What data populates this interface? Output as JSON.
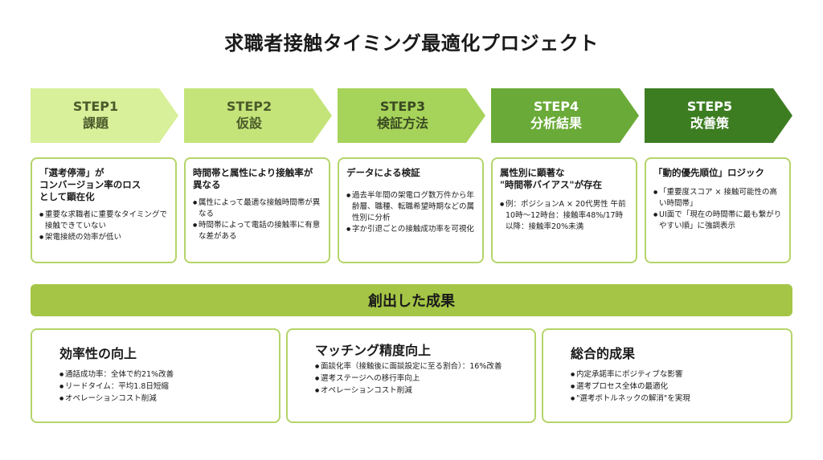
{
  "title": "求職者接触タイミング最適化プロジェクト",
  "steps": [
    {
      "num": "STEP1",
      "label": "課題",
      "color": "#d8f09a",
      "text_color": "#4a5a2a",
      "head": "「選考停滞」が\nコンバージョン率のロス\nとして顕在化",
      "bullets": [
        "重要な求職者に重要なタイミングで接触できていない",
        "架電接続の効率が低い"
      ]
    },
    {
      "num": "STEP2",
      "label": "仮設",
      "color": "#c4e47a",
      "text_color": "#4a5a2a",
      "head": "時間帯と属性により接触率が異なる",
      "bullets": [
        "属性によって最適な接触時間帯が異なる",
        "時間帯によって電話の接触率に有意な差がある"
      ]
    },
    {
      "num": "STEP3",
      "label": "検証方法",
      "color": "#a6d35a",
      "text_color": "#3a4a22",
      "head": "データによる検証",
      "bullets": [
        "過去半年間の架電ログ数万件から年齢層、職種、転職希望時期などの属性別に分析",
        "字か引退ごとの接触成功率を可視化"
      ]
    },
    {
      "num": "STEP4",
      "label": "分析結果",
      "color": "#6aaa38",
      "text_color": "#ffffff",
      "head": "属性別に顕著な\n\"時間帯バイアス\"が存在",
      "bullets": [
        "例：ポジションA × 20代男性 午前10時〜12時台：接触率48%/17時以降：接触率20%未満"
      ]
    },
    {
      "num": "STEP5",
      "label": "改善策",
      "color": "#3d7d22",
      "text_color": "#ffffff",
      "head": "「動的優先順位」ロジック",
      "bullets": [
        "「重要度スコア × 接触可能性の高い時間帯」",
        "UI面で「現在の時間帯に最も繋がりやすい順」に強調表示"
      ]
    }
  ],
  "banner": "創出した成果",
  "results": [
    {
      "head": "効率性の向上",
      "bullets": [
        "通話成功率：全体で約21%改善",
        "リードタイム：平均1.8日短縮",
        "オペレーションコスト削減"
      ]
    },
    {
      "head": "マッチング精度向上",
      "bullets": [
        "面談化率（接触後に面談設定に至る割合）：16%改善",
        "選考ステージへの移行率向上",
        "オペレーションコスト削減"
      ]
    },
    {
      "head": "総合的成果",
      "bullets": [
        "内定承諾率にポジティブな影響",
        "選考プロセス全体の最適化",
        "\"選考ボトルネックの解消\"を実現"
      ]
    }
  ],
  "colors": {
    "border": "#b5d46a",
    "banner": "#a4c545"
  }
}
